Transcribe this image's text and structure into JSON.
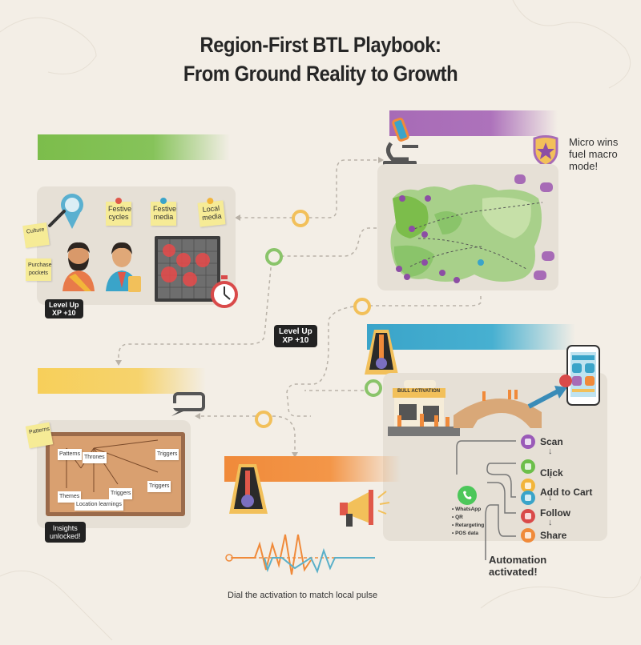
{
  "title": {
    "line1": "Region-First BTL Playbook:",
    "line2": "From Ground Reality to Growth"
  },
  "colors": {
    "background": "#f3eee6",
    "green": "#7cbd4b",
    "purple": "#a76bb6",
    "blue": "#3aa4c9",
    "yellow": "#f7cf5a",
    "orange": "#f08a3a",
    "dark_badge": "#222222"
  },
  "stage1": {
    "band_color": "green",
    "stickies": [
      {
        "text": "Festive cycles",
        "pin": "#e0584a"
      },
      {
        "text": "Festive media",
        "pin": "#3aa4c9"
      },
      {
        "text": "Local media",
        "pin": "#f2b53a"
      },
      {
        "text": "Culture",
        "pin": ""
      },
      {
        "text": "Purchase pockets",
        "pin": ""
      }
    ],
    "icons": [
      "magnifier-location-icon",
      "person-bearded-icon",
      "person-icon",
      "heatmap-grid-icon",
      "stopwatch-icon"
    ],
    "badge": {
      "line1": "Level Up",
      "line2": "XP +10"
    }
  },
  "stage2": {
    "band_color": "purple",
    "icons": [
      "microscope-icon",
      "region-map-icon",
      "shield-star-icon"
    ],
    "callout": "Micro wins fuel macro mode!"
  },
  "mid_badge": {
    "line1": "Level Up",
    "line2": "XP +10"
  },
  "stage3": {
    "band_color": "blue",
    "storefront_sign": "BULL ACTIVATION",
    "icons": [
      "thermometer-icon",
      "storefront-icon",
      "bridge-icon",
      "arrow-icon",
      "smartphone-social-icon"
    ],
    "funnel": [
      {
        "label": "Scan",
        "color": "#9a5ab8"
      },
      {
        "label": "Click",
        "color": "#6cbf4a"
      },
      {
        "label": "Add to Cart",
        "color": "#f2b53a"
      },
      {
        "label": "Follow",
        "color": "#d94a4a"
      },
      {
        "label": "Share",
        "color": "#f08a3a"
      }
    ],
    "extra_step_color": "#3aa4c9",
    "whatsapp_bullets": [
      "WhatsApp",
      "QR",
      "Retargeting",
      "POS data"
    ],
    "callout": "Automation activated!"
  },
  "stage4": {
    "band_color": "yellow",
    "board_notes": [
      "Patterns",
      "Thrones",
      "Triggers",
      "Themes",
      "Triggers",
      "Triggers",
      "Location learnings"
    ],
    "sticky": "Patterns",
    "badge": {
      "line1": "Insights",
      "line2": "unlocked!"
    },
    "icons": [
      "speech-bubble-icon",
      "corkboard-icon"
    ]
  },
  "stage5": {
    "band_color": "orange",
    "icons": [
      "thermometer-icon",
      "megaphone-icon",
      "pulse-wave-icon"
    ],
    "caption": "Dial the activation to match local pulse"
  }
}
